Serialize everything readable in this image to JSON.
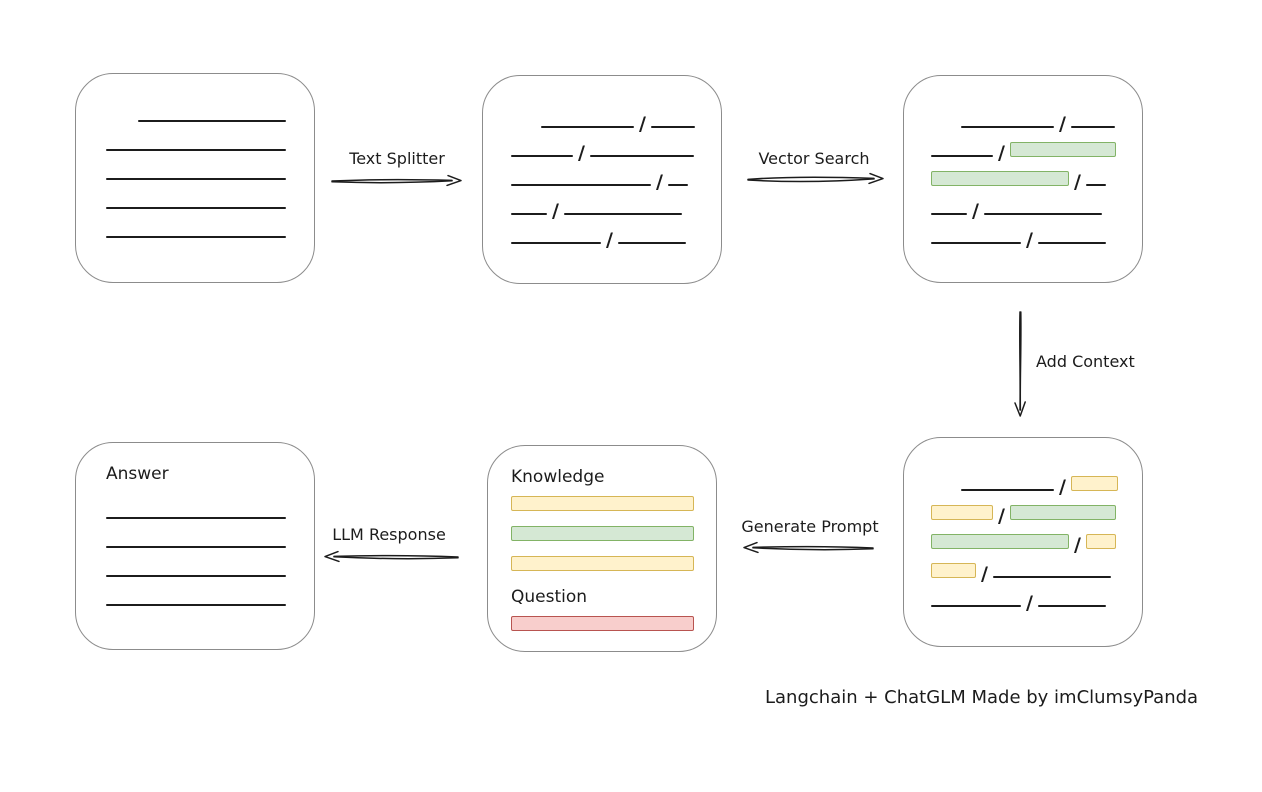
{
  "caption": "Langchain + ChatGLM Made by imClumsyPanda",
  "separator": "/",
  "colors": {
    "ink": "#1c1c1c",
    "box_border": "#8c8c8c",
    "green_fill": "#d5e8d4",
    "green_border": "#82b366",
    "yellow_fill": "#fff2cc",
    "yellow_border": "#d6b656",
    "red_fill": "#f8cecc",
    "red_border": "#b85450"
  },
  "arrows": {
    "text_splitter": {
      "label": "Text Splitter",
      "direction": "right"
    },
    "vector_search": {
      "label": "Vector Search",
      "direction": "right"
    },
    "add_context": {
      "label": "Add Context",
      "direction": "down"
    },
    "generate_prompt": {
      "label": "Generate Prompt",
      "direction": "left"
    },
    "llm_response": {
      "label": "LLM Response",
      "direction": "left"
    }
  },
  "boxes": {
    "document": {
      "rows": [
        [
          {
            "k": "line",
            "w": 148,
            "indent": 32
          }
        ],
        [
          {
            "k": "line",
            "w": 180
          }
        ],
        [
          {
            "k": "line",
            "w": 180
          }
        ],
        [
          {
            "k": "line",
            "w": 180
          }
        ],
        [
          {
            "k": "line",
            "w": 180
          }
        ]
      ]
    },
    "split_chunks": {
      "rows": [
        [
          {
            "k": "line",
            "w": 93,
            "indent": 30
          },
          {
            "k": "line",
            "w": 44
          }
        ],
        [
          {
            "k": "line",
            "w": 62
          },
          {
            "k": "line",
            "w": 104
          }
        ],
        [
          {
            "k": "line",
            "w": 140
          },
          {
            "k": "line",
            "w": 20
          }
        ],
        [
          {
            "k": "line",
            "w": 36
          },
          {
            "k": "line",
            "w": 118
          }
        ],
        [
          {
            "k": "line",
            "w": 90
          },
          {
            "k": "line",
            "w": 68
          }
        ]
      ]
    },
    "search_results": {
      "rows": [
        [
          {
            "k": "line",
            "w": 93,
            "indent": 30
          },
          {
            "k": "line",
            "w": 44
          }
        ],
        [
          {
            "k": "line",
            "w": 62
          },
          {
            "k": "green",
            "w": 106
          }
        ],
        [
          {
            "k": "green",
            "w": 138
          },
          {
            "k": "line",
            "w": 20
          }
        ],
        [
          {
            "k": "line",
            "w": 36
          },
          {
            "k": "line",
            "w": 118
          }
        ],
        [
          {
            "k": "line",
            "w": 90
          },
          {
            "k": "line",
            "w": 68
          }
        ]
      ]
    },
    "context": {
      "rows": [
        [
          {
            "k": "line",
            "w": 93,
            "indent": 30
          },
          {
            "k": "yellow",
            "w": 47
          }
        ],
        [
          {
            "k": "yellow",
            "w": 62
          },
          {
            "k": "green",
            "w": 106
          }
        ],
        [
          {
            "k": "green",
            "w": 138
          },
          {
            "k": "yellow",
            "w": 30
          }
        ],
        [
          {
            "k": "yellow",
            "w": 45
          },
          {
            "k": "line",
            "w": 118
          }
        ],
        [
          {
            "k": "line",
            "w": 90
          },
          {
            "k": "line",
            "w": 68
          }
        ]
      ]
    },
    "prompt": {
      "knowledge_label": "Knowledge",
      "question_label": "Question",
      "knowledge_bars": [
        {
          "k": "yellow",
          "w": 183
        },
        {
          "k": "green",
          "w": 183
        },
        {
          "k": "yellow",
          "w": 183
        }
      ],
      "question_bars": [
        {
          "k": "red",
          "w": 183
        }
      ]
    },
    "answer": {
      "label": "Answer",
      "rows": [
        [
          {
            "k": "line",
            "w": 180
          }
        ],
        [
          {
            "k": "line",
            "w": 180
          }
        ],
        [
          {
            "k": "line",
            "w": 180
          }
        ],
        [
          {
            "k": "line",
            "w": 180
          }
        ]
      ]
    }
  }
}
